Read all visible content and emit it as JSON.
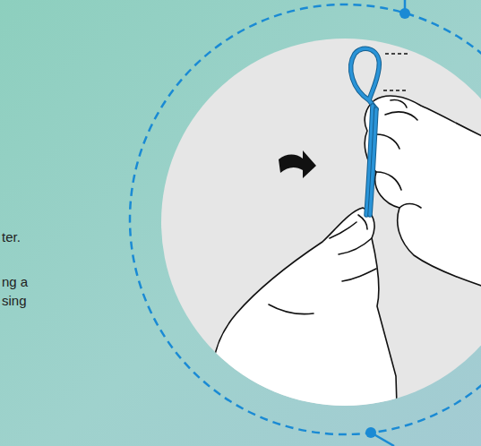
{
  "diagram": {
    "labels": [
      "ter.",
      "ng a",
      "sing"
    ]
  }
}
